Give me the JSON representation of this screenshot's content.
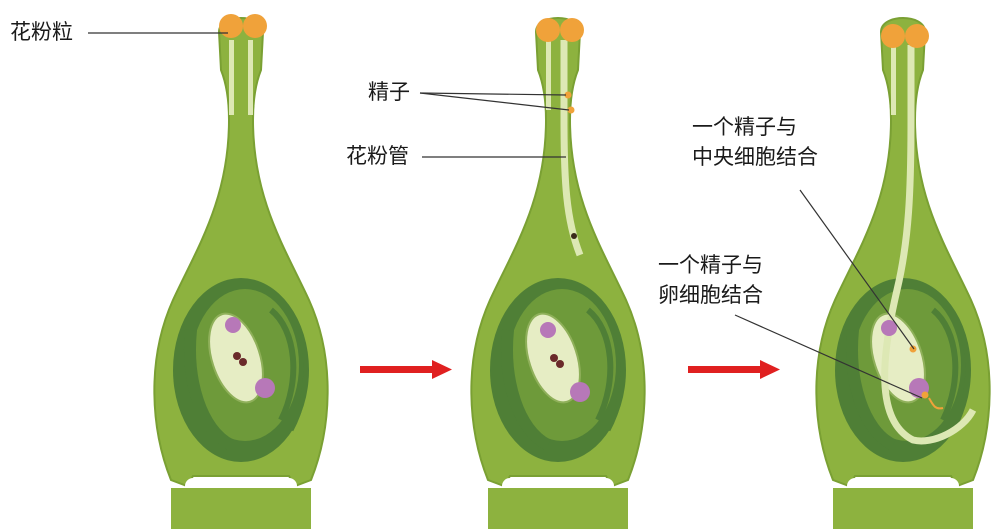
{
  "labels": {
    "pollen_grain": "花粉粒",
    "sperm": "精子",
    "pollen_tube": "花粉管",
    "central_fusion_line1": "一个精子与",
    "central_fusion_line2": "中央细胞结合",
    "egg_fusion_line1": "一个精子与",
    "egg_fusion_line2": "卵细胞结合"
  },
  "colors": {
    "pistil_fill": "#8db23f",
    "ovary_dark": "#4f7f36",
    "ovule_mid": "#6e9a3a",
    "embryo_sac": "#e6edc4",
    "pollen": "#f0a23a",
    "pollen_tube": "#dde8b4",
    "nucleus_purple": "#b778b8",
    "arrow": "#e02020"
  },
  "icons": [
    "right-arrow-icon",
    "right-arrow-icon"
  ]
}
